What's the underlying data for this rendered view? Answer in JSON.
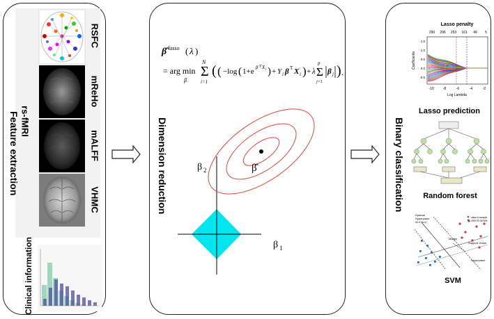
{
  "panels": {
    "feature": {
      "title": "Feature extraction",
      "modality": "rs-fMRI",
      "maps": [
        "RSFC",
        "mReHo",
        "mALFF",
        "VHMC"
      ],
      "clinical": "Clinical information"
    },
    "reduction": {
      "title": "Dimension reduction",
      "beta_hat": "β̂",
      "axis_y": "β",
      "axis_y_sub": "2",
      "axis_x": "β",
      "axis_x_sub": "1"
    },
    "classification": {
      "title": "Binary classification",
      "lasso_penalty": "Lasso penalty",
      "lasso_top_ticks": [
        "290",
        "296",
        "253",
        "161",
        "49",
        "5"
      ],
      "lasso_x_label": "Log Lambda",
      "lasso_y_label": "Coefficients",
      "lasso_x_ticks": [
        "-10",
        "-8",
        "-6",
        "-4",
        "-2"
      ],
      "lasso_y_ticks": [
        "1.5",
        "1.0",
        "0.5",
        "0.0",
        "-0.5"
      ],
      "lasso_prediction": "Lasso prediction",
      "random_forest": "Random forest",
      "svm": "SVM",
      "svm_labels": {
        "optimal": "Optimal",
        "hyperplane": "Hyperplane",
        "wxb": "W.X+b=0",
        "margin": "Margin",
        "support_vector": "Support Vector",
        "hyperplane2": "Hyperplane",
        "class_a": "class A sample",
        "class_b": "class B sample"
      }
    }
  },
  "colors": {
    "ellipse": "#e8413a",
    "diamond": "#00e5ee",
    "histogram_a": "#8fd0b4",
    "histogram_b": "#4b4fa0",
    "tree_node": "#c8dca0"
  }
}
